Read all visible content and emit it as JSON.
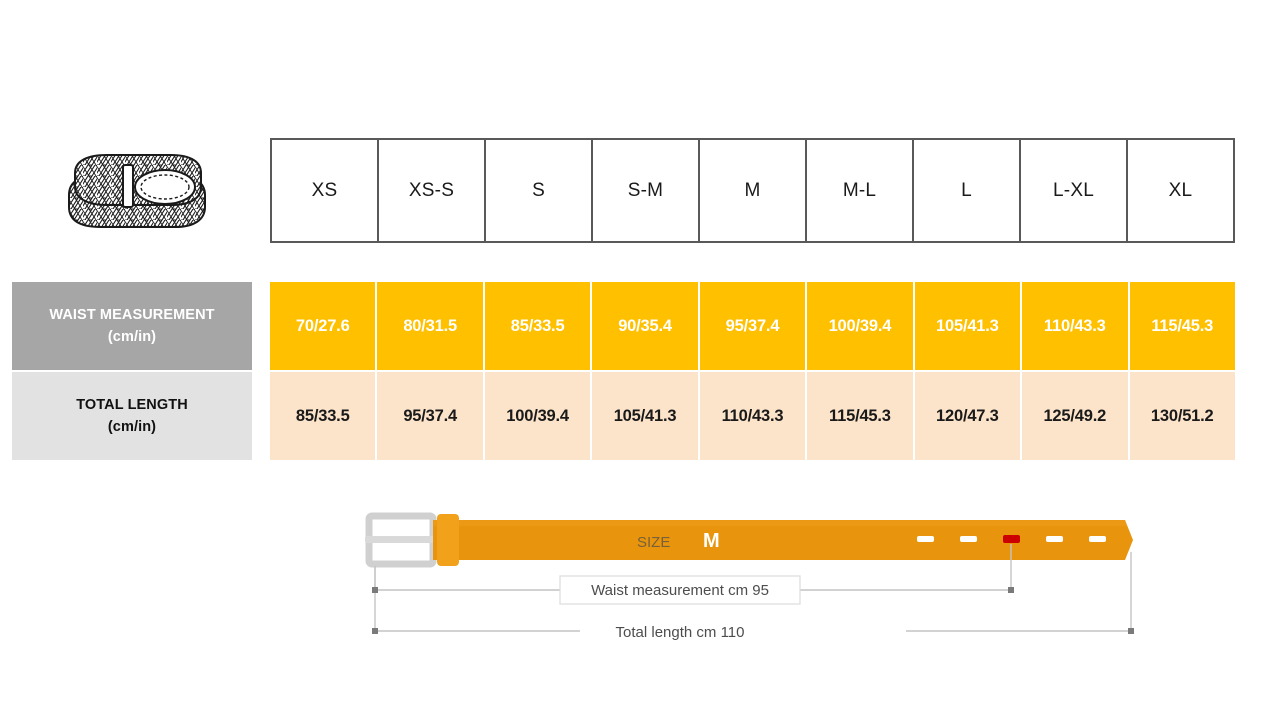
{
  "product": {
    "icon_name": "braided-belt-illustration"
  },
  "size_table": {
    "sizes": [
      "XS",
      "XS-S",
      "S",
      "S-M",
      "M",
      "M-L",
      "L",
      "L-XL",
      "XL"
    ],
    "rows": [
      {
        "id": "waist",
        "label_line1": "WAIST MEASUREMENT",
        "label_line2": "(cm/in)",
        "values": [
          "70/27.6",
          "80/31.5",
          "85/33.5",
          "90/35.4",
          "95/37.4",
          "100/39.4",
          "105/41.3",
          "110/43.3",
          "115/45.3"
        ],
        "cell_bg": "#ffc000",
        "cell_text": "#ffffff",
        "label_bg": "#a6a6a6",
        "label_text": "#ffffff"
      },
      {
        "id": "length",
        "label_line1": "TOTAL LENGTH",
        "label_line2": "(cm/in)",
        "values": [
          "85/33.5",
          "95/37.4",
          "100/39.4",
          "105/41.3",
          "110/43.3",
          "115/45.3",
          "120/47.3",
          "125/49.2",
          "130/51.2"
        ],
        "cell_bg": "#fce4ca",
        "cell_text": "#1a1a1a",
        "label_bg": "#e2e2e2",
        "label_text": "#111111"
      }
    ]
  },
  "diagram": {
    "size_caption_label": "SIZE",
    "size_caption_value": "M",
    "waist_dimension_label": "Waist measurement cm 95",
    "total_dimension_label": "Total length cm 110",
    "belt_color": "#e8950d",
    "keeper_color": "#f2a21a",
    "buckle_color": "#d9d9d9",
    "active_hole_color": "#cc0000",
    "hole_color": "#ffffff",
    "holes_count": 5,
    "active_hole_index": 2
  }
}
